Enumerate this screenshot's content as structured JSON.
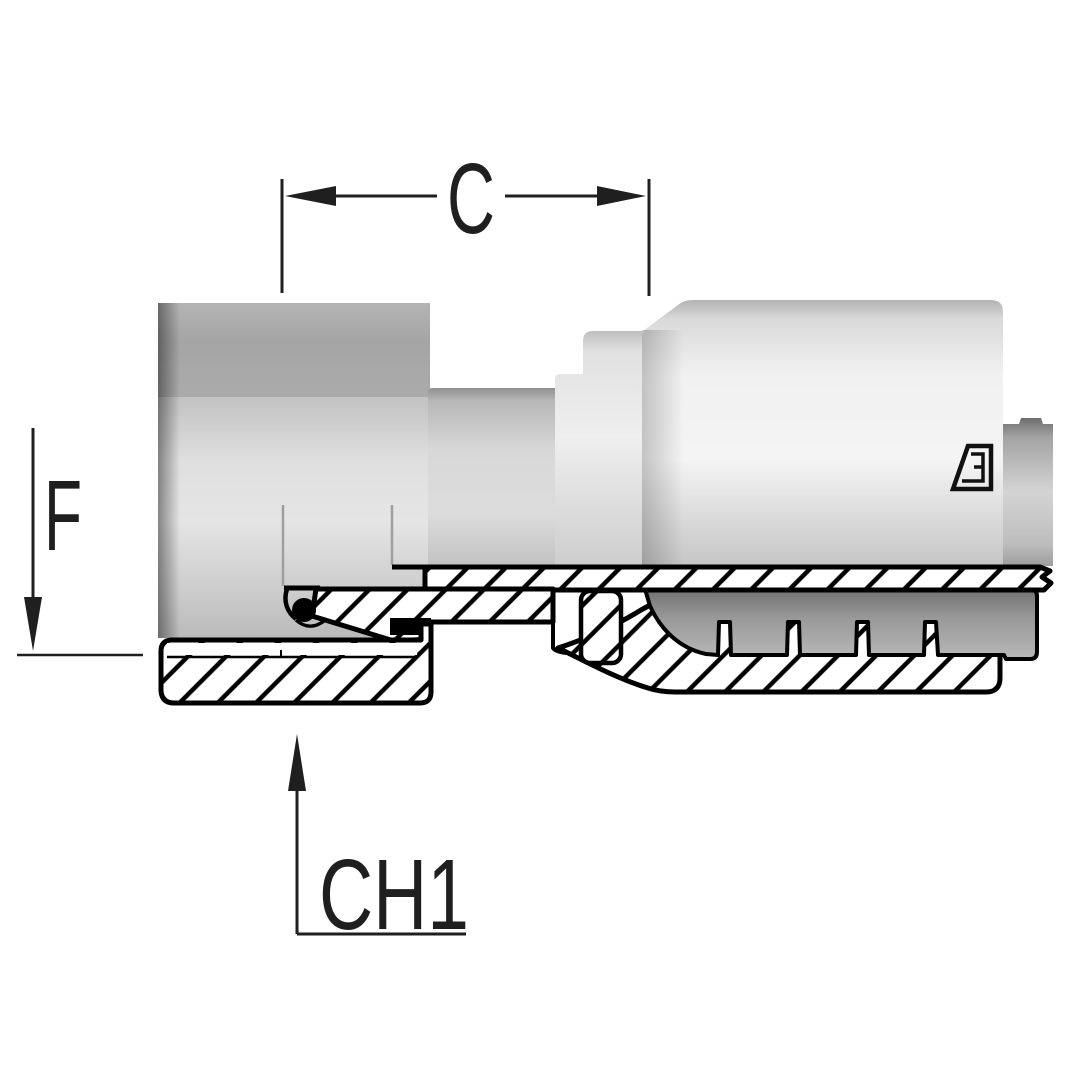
{
  "labels": {
    "dim_c": "C",
    "dim_f": "F",
    "dim_ch1": "CH1"
  },
  "logo": {
    "icon": "brand-triangle-logo"
  },
  "colors": {
    "background": "#ffffff",
    "outline": "#000000",
    "dimension": "#1f1f1f",
    "hatch_line": "#000000",
    "oring": "#000000",
    "hex_face": "#a7a7a7",
    "nut_body": "#dedede",
    "ferrule": "#f0f0f0",
    "hose_tail": "#b5b5b5",
    "serration": "#8f8f8f"
  }
}
